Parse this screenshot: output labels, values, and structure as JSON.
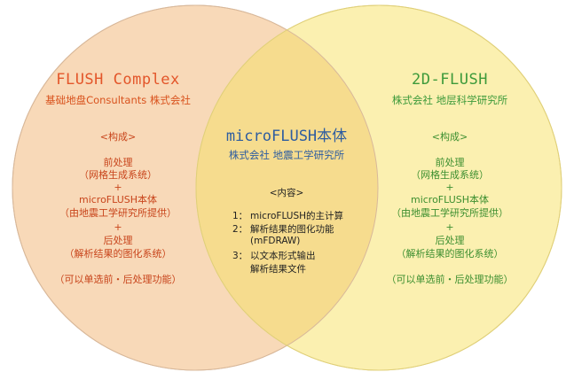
{
  "colors": {
    "left_circle": "#f8d9b8",
    "right_circle": "#fbf0b0",
    "overlap": "#f6dc8e",
    "left_text": "#e3562a",
    "right_text": "#3d9a3a",
    "center_text": "#2e5da0"
  },
  "left": {
    "title": "FLUSH Complex",
    "company": "基础地盘Consultants 株式会社",
    "section": "<构成>",
    "items": [
      "前处理",
      "（网格生成系统）",
      "+",
      "microFLUSH本体",
      "（由地震工学研究所提供）",
      "+",
      "后处理",
      "（解析结果的图化系统）"
    ],
    "note": "（可以单选前・后处理功能）"
  },
  "right": {
    "title": "2D-FLUSH",
    "company": "株式会社 地层科学研究所",
    "section": "<构成>",
    "items": [
      "前处理",
      "（网格生成系统）",
      "+",
      "microFLUSH本体",
      "（由地震工学研究所提供）",
      "+",
      "后处理",
      "（解析结果的图化系统）"
    ],
    "note": "（可以单选前・后处理功能）"
  },
  "center": {
    "title": "microFLUSH本体",
    "company": "株式会社 地震工学研究所",
    "section": "<内容>",
    "list": [
      {
        "num": "1：",
        "text": "microFLUSH的主计算"
      },
      {
        "num": "2：",
        "text": "解析结果的图化功能"
      },
      {
        "num": "",
        "text": "(mFDRAW)"
      },
      {
        "num": "3：",
        "text": "以文本形式输出"
      },
      {
        "num": "",
        "text": "解析结果文件"
      }
    ]
  }
}
